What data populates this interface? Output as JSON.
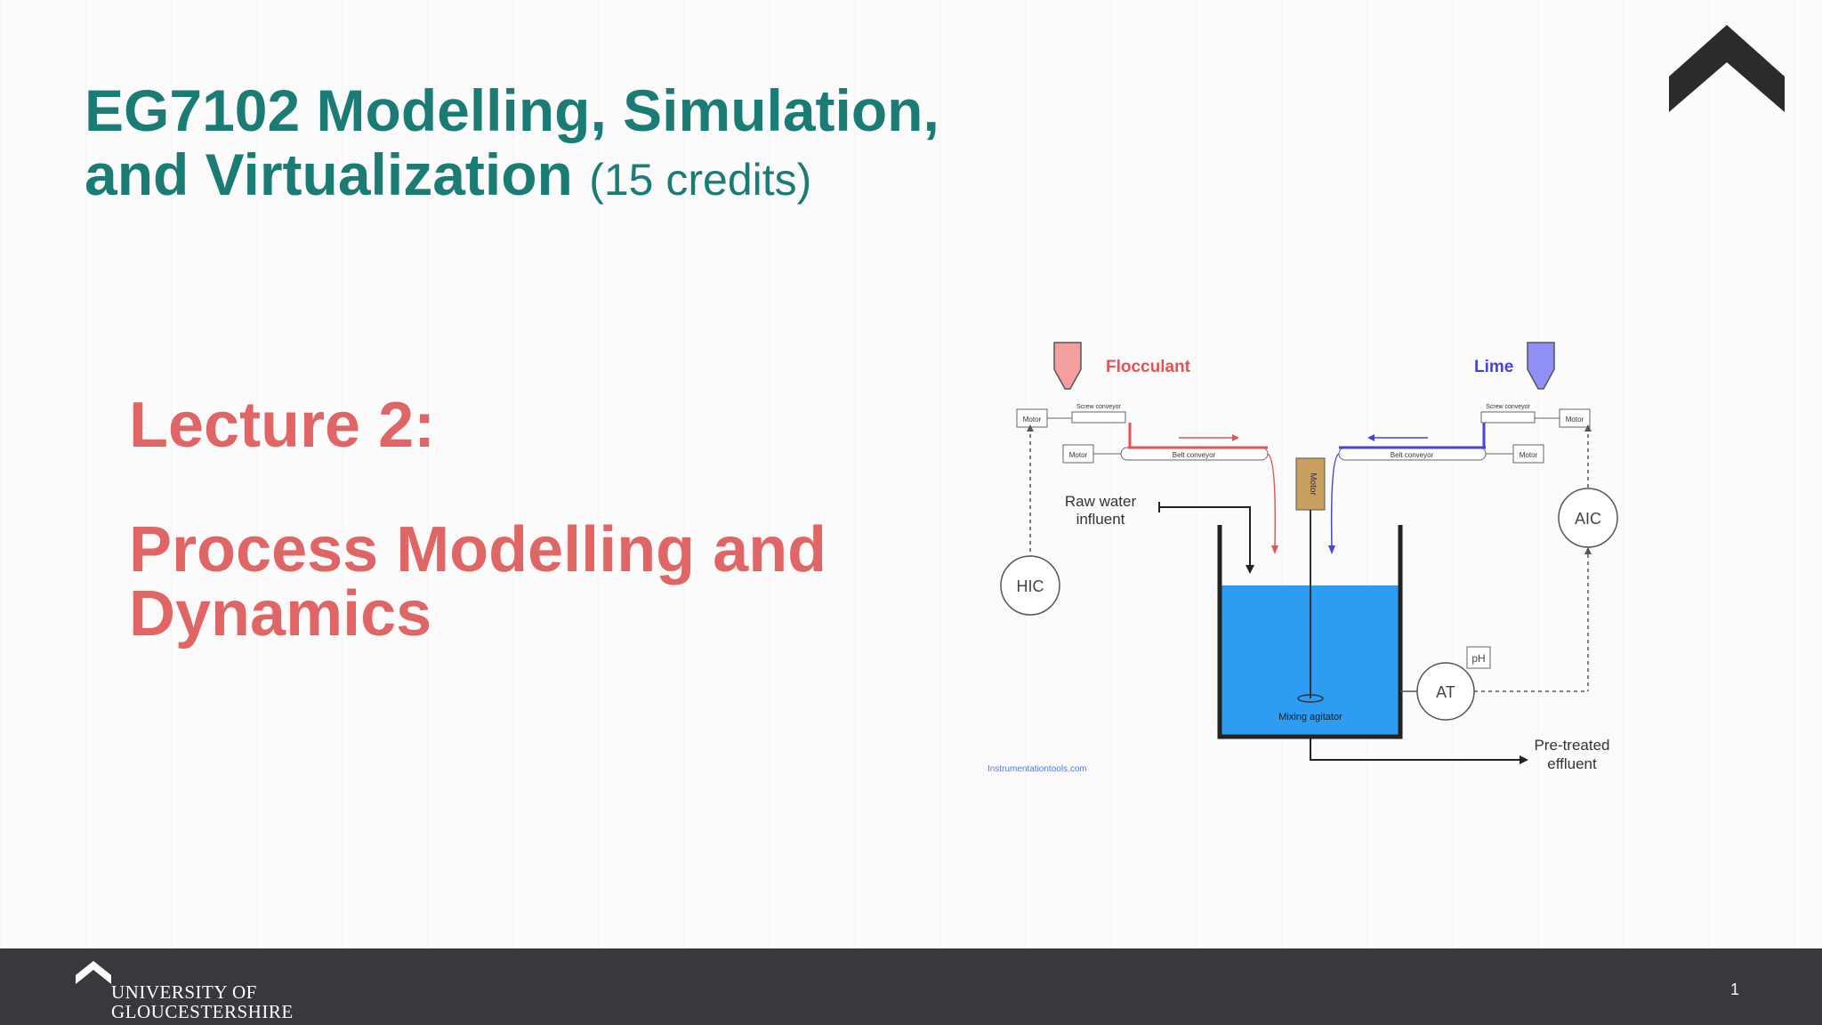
{
  "slide": {
    "title_line1": "EG7102 Modelling, Simulation,",
    "title_line2": "and Virtualization",
    "title_credits": "(15 credits)",
    "lecture_label": "Lecture 2:",
    "lecture_title_line1": "Process Modelling and",
    "lecture_title_line2": "Dynamics",
    "page_number": "1"
  },
  "diagram": {
    "flocculant": "Flocculant",
    "lime": "Lime",
    "motor": "Motor",
    "screw_conveyor": "Screw conveyor",
    "belt_conveyor": "Belt conveyor",
    "motor_vertical": "Motor",
    "raw_water_line1": "Raw water",
    "raw_water_line2": "influent",
    "hic": "HIC",
    "aic": "AIC",
    "at": "AT",
    "ph": "pH",
    "mixing_agitator": "Mixing agitator",
    "effluent_line1": "Pre-treated",
    "effluent_line2": "effluent",
    "credit": "Instrumentationtools.com"
  },
  "footer": {
    "university_line1": "UNIVERSITY OF",
    "university_line2": "GLOUCESTERSHIRE"
  },
  "colors": {
    "title": "#1a7c74",
    "lecture": "#e06565",
    "footer_bg": "#37393c",
    "water": "#2e9cf0",
    "flocculant": "#f08080",
    "lime": "#7070f0"
  }
}
